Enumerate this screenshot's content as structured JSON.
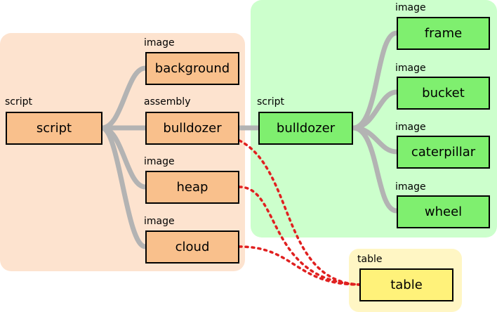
{
  "colors": {
    "orange_group": "#fde3cf",
    "green_group": "#ccffcc",
    "yellow_group": "#fff6c4",
    "orange_node": "#f9c08c",
    "green_node": "#7fef6f",
    "yellow_node": "#fff27a",
    "connector": "#b3b3b3",
    "reference": "#e02020"
  },
  "nodes": {
    "script_root": {
      "type": "script",
      "label": "script"
    },
    "background": {
      "type": "image",
      "label": "background"
    },
    "assembly": {
      "type": "assembly",
      "label": "bulldozer"
    },
    "heap": {
      "type": "image",
      "label": "heap"
    },
    "cloud": {
      "type": "image",
      "label": "cloud"
    },
    "script_dozer": {
      "type": "script",
      "label": "bulldozer"
    },
    "frame": {
      "type": "image",
      "label": "frame"
    },
    "bucket": {
      "type": "image",
      "label": "bucket"
    },
    "caterpillar": {
      "type": "image",
      "label": "caterpillar"
    },
    "wheel": {
      "type": "image",
      "label": "wheel"
    },
    "table": {
      "type": "table",
      "label": "table"
    }
  }
}
